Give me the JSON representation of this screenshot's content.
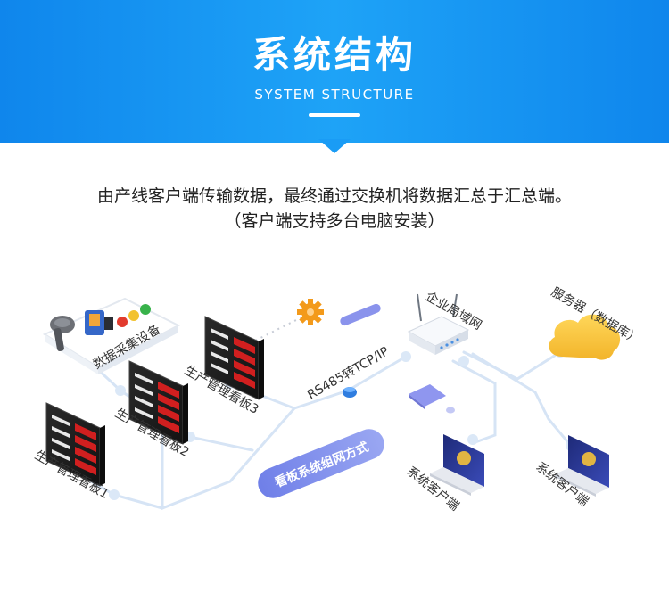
{
  "header": {
    "title": "系统结构",
    "subtitle": "SYSTEM STRUCTURE"
  },
  "description": {
    "line1": "由产线客户端传输数据，最终通过交换机将数据汇总于汇总端。",
    "line2": "（客户端支持多台电脑安装）"
  },
  "diagram": {
    "collection_label": "数据采集设备",
    "board1_label": "生产管理看板1",
    "board2_label": "生产管理看板2",
    "board3_label": "生产管理看板3",
    "converter_label": "RS485转TCP/IP",
    "network_label": "看板系统组网方式",
    "lan_label": "企业局域网",
    "server_label": "服务器（数据库）",
    "client1_label": "系统客户端",
    "client2_label": "系统客户端"
  },
  "colors": {
    "banner_blue": "#1a9cf5",
    "line_light": "#d6e4f5",
    "accent_purple": "#7b83e6",
    "led_red": "#e02020",
    "cloud_yellow": "#f5c23a",
    "gear_orange": "#f39a1b"
  }
}
